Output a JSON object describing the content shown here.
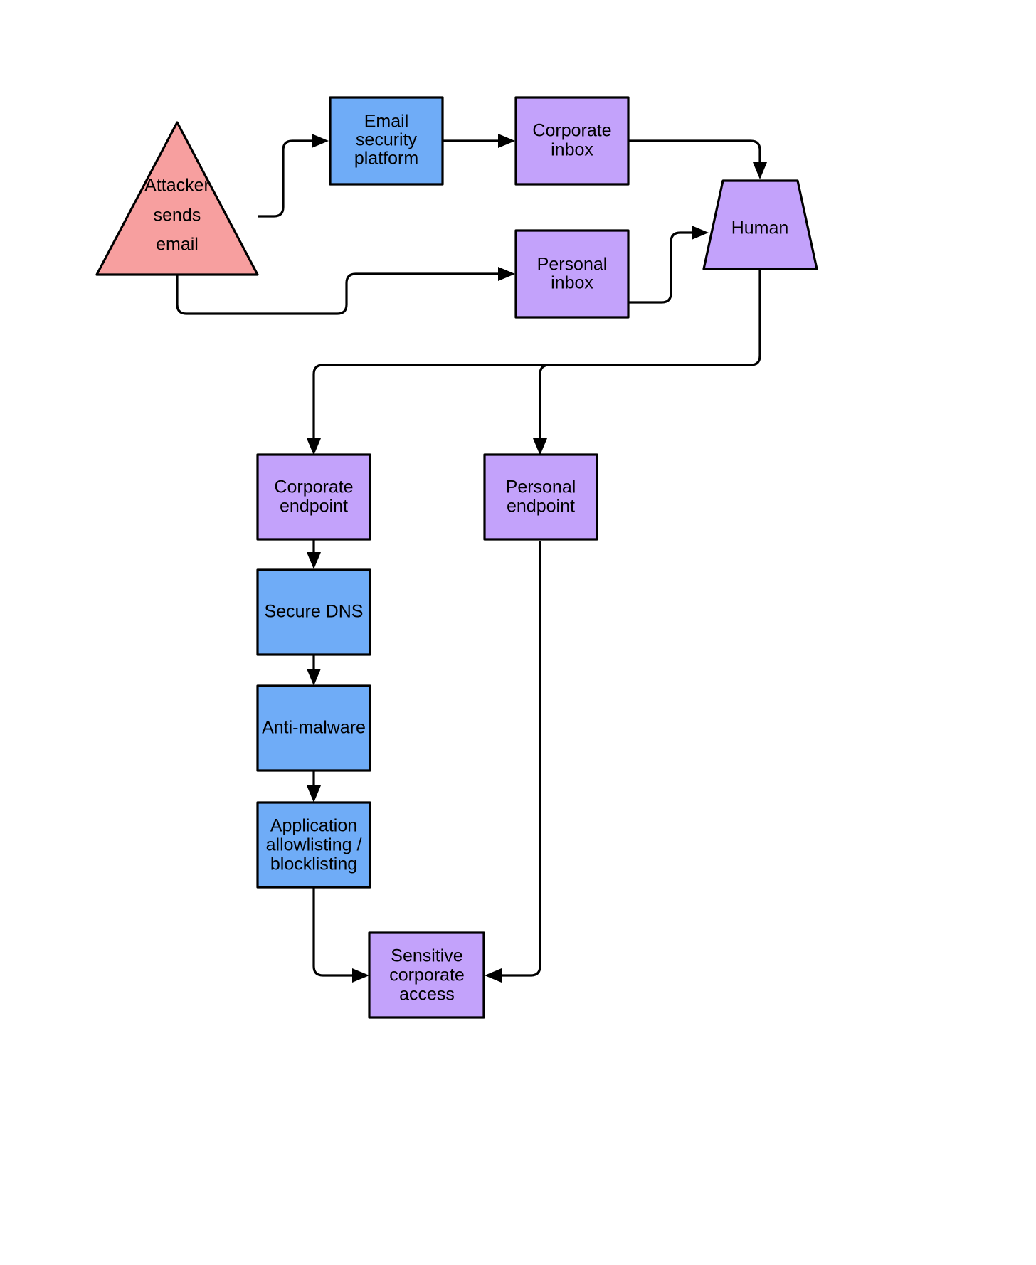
{
  "diagram": {
    "title": "Phishing attack path and security controls flowchart",
    "background_color": "#ffffff",
    "edge_color": "#000000",
    "palette": {
      "attacker_fill": "#F79F9F",
      "control_fill": "#6FACF7",
      "asset_fill": "#C3A2FB",
      "stroke": "#000000"
    },
    "nodes": [
      {
        "id": "attacker",
        "label_lines": [
          "Attacker",
          "sends",
          "email"
        ],
        "shape": "triangle",
        "fill": "#F79F9F",
        "category": "threat"
      },
      {
        "id": "email-security-platform",
        "label_lines": [
          "Email",
          "security",
          "platform"
        ],
        "shape": "rectangle",
        "fill": "#6FACF7",
        "category": "control"
      },
      {
        "id": "corporate-inbox",
        "label_lines": [
          "Corporate",
          "inbox"
        ],
        "shape": "rectangle",
        "fill": "#C3A2FB",
        "category": "asset"
      },
      {
        "id": "personal-inbox",
        "label_lines": [
          "Personal",
          "inbox"
        ],
        "shape": "rectangle",
        "fill": "#C3A2FB",
        "category": "asset"
      },
      {
        "id": "human",
        "label_lines": [
          "Human"
        ],
        "shape": "trapezoid",
        "fill": "#C3A2FB",
        "category": "asset"
      },
      {
        "id": "corporate-endpoint",
        "label_lines": [
          "Corporate",
          "endpoint"
        ],
        "shape": "rectangle",
        "fill": "#C3A2FB",
        "category": "asset"
      },
      {
        "id": "personal-endpoint",
        "label_lines": [
          "Personal",
          "endpoint"
        ],
        "shape": "rectangle",
        "fill": "#C3A2FB",
        "category": "asset"
      },
      {
        "id": "secure-dns",
        "label_lines": [
          "Secure DNS"
        ],
        "shape": "rectangle",
        "fill": "#6FACF7",
        "category": "control"
      },
      {
        "id": "anti-malware",
        "label_lines": [
          "Anti-malware"
        ],
        "shape": "rectangle",
        "fill": "#6FACF7",
        "category": "control"
      },
      {
        "id": "application-allowlisting",
        "label_lines": [
          "Application",
          "allowlisting /",
          "blocklisting"
        ],
        "shape": "rectangle",
        "fill": "#6FACF7",
        "category": "control"
      },
      {
        "id": "sensitive-corporate-access",
        "label_lines": [
          "Sensitive",
          "corporate",
          "access"
        ],
        "shape": "rectangle",
        "fill": "#C3A2FB",
        "category": "asset"
      }
    ],
    "edges": [
      {
        "from": "attacker",
        "to": "email-security-platform",
        "arrow": true
      },
      {
        "from": "email-security-platform",
        "to": "corporate-inbox",
        "arrow": true
      },
      {
        "from": "corporate-inbox",
        "to": "human",
        "arrow": true
      },
      {
        "from": "attacker",
        "to": "personal-inbox",
        "arrow": true
      },
      {
        "from": "personal-inbox",
        "to": "human",
        "arrow": true
      },
      {
        "from": "human",
        "to": "corporate-endpoint",
        "arrow": true
      },
      {
        "from": "human",
        "to": "personal-endpoint",
        "arrow": true
      },
      {
        "from": "corporate-endpoint",
        "to": "secure-dns",
        "arrow": true
      },
      {
        "from": "secure-dns",
        "to": "anti-malware",
        "arrow": true
      },
      {
        "from": "anti-malware",
        "to": "application-allowlisting",
        "arrow": true
      },
      {
        "from": "application-allowlisting",
        "to": "sensitive-corporate-access",
        "arrow": true
      },
      {
        "from": "personal-endpoint",
        "to": "sensitive-corporate-access",
        "arrow": true
      }
    ]
  }
}
